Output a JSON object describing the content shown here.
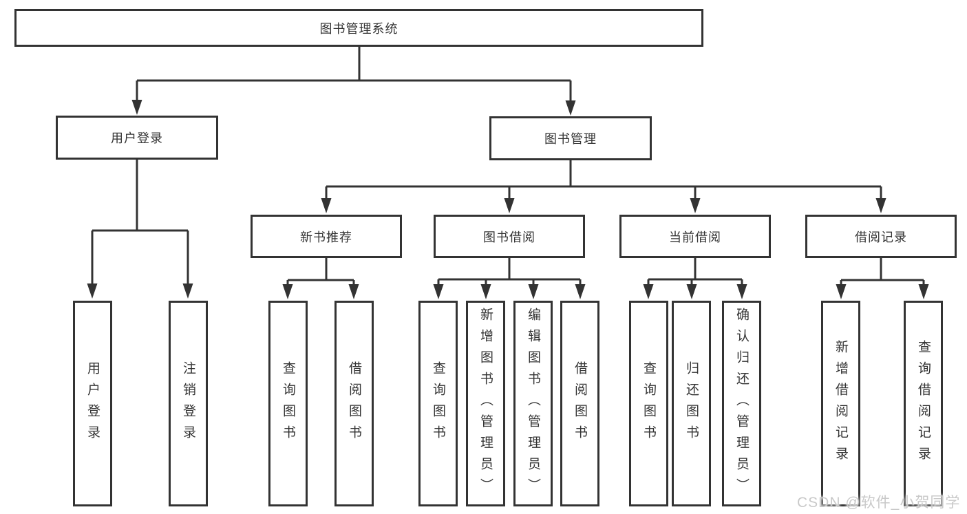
{
  "root": {
    "label": "图书管理系统"
  },
  "level2": [
    {
      "label": "用户登录"
    },
    {
      "label": "图书管理"
    }
  ],
  "level3": [
    {
      "label": "新书推荐"
    },
    {
      "label": "图书借阅"
    },
    {
      "label": "当前借阅"
    },
    {
      "label": "借阅记录"
    }
  ],
  "leaves": [
    {
      "label": "用户登录"
    },
    {
      "label": "注销登录"
    },
    {
      "label": "查询图书"
    },
    {
      "label": "借阅图书"
    },
    {
      "label": "查询图书"
    },
    {
      "label": "新增图书（管理员）"
    },
    {
      "label": "编辑图书（管理员）"
    },
    {
      "label": "借阅图书"
    },
    {
      "label": "查询图书"
    },
    {
      "label": "归还图书"
    },
    {
      "label": "确认归还（管理员）"
    },
    {
      "label": "新增借阅记录"
    },
    {
      "label": "查询借阅记录"
    }
  ],
  "watermark": {
    "text": "CSDN @软件_小贺同学"
  },
  "colors": {
    "line": "#333333",
    "text": "#333333",
    "watermark": "#c9c9c9",
    "background": "#ffffff"
  }
}
